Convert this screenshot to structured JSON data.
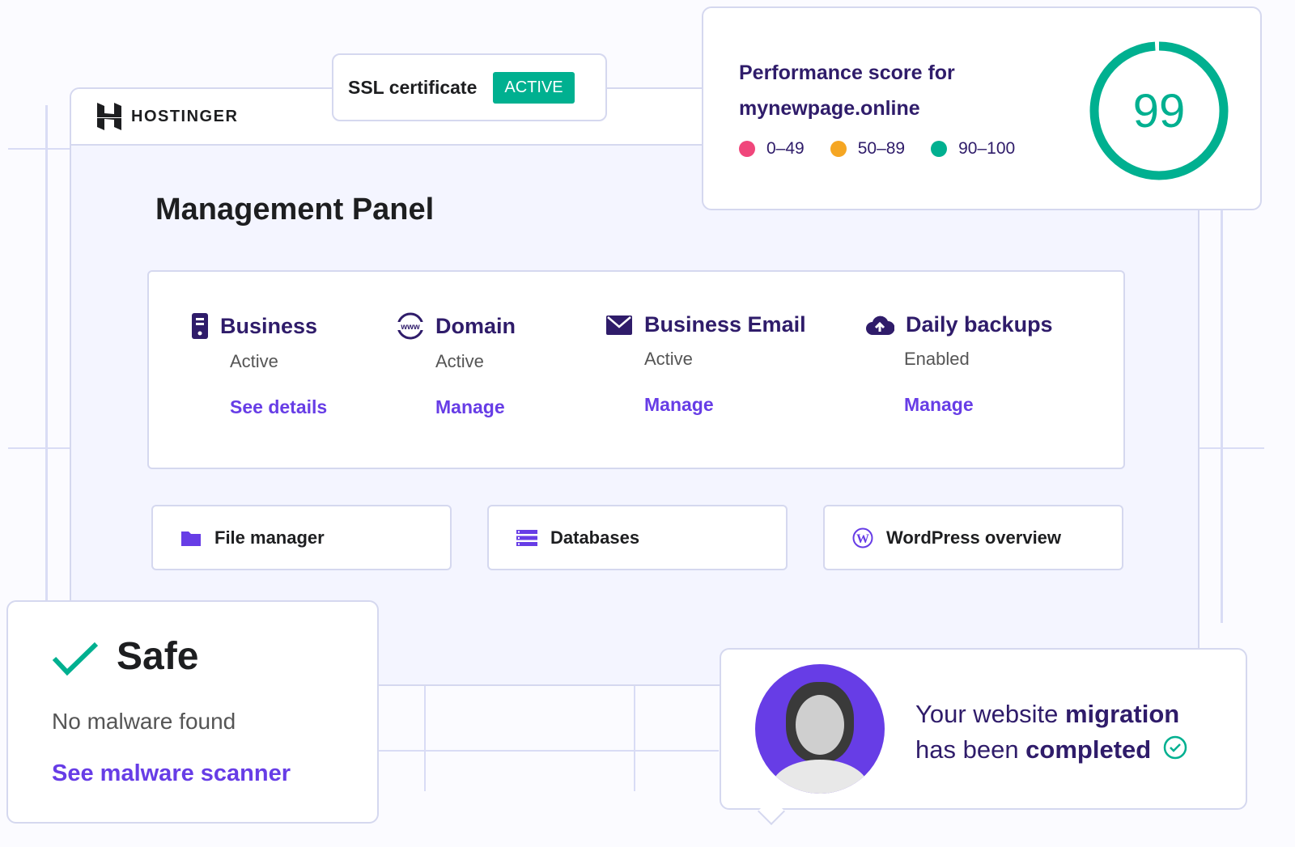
{
  "brand": "HOSTINGER",
  "ssl": {
    "label": "SSL certificate",
    "status": "ACTIVE"
  },
  "performance": {
    "title_line1": "Performance score for",
    "title_line2": "mynewpage.online",
    "score": "99",
    "score_value": 99,
    "legend": [
      {
        "label": "0–49",
        "color": "#f0467b"
      },
      {
        "label": "50–89",
        "color": "#f5a623"
      },
      {
        "label": "90–100",
        "color": "#00b090"
      }
    ]
  },
  "panel": {
    "title": "Management Panel"
  },
  "services": [
    {
      "name": "Business",
      "status": "Active",
      "link": "See details",
      "icon": "server-icon"
    },
    {
      "name": "Domain",
      "status": "Active",
      "link": "Manage",
      "icon": "www-globe-icon"
    },
    {
      "name": "Business Email",
      "status": "Active",
      "link": "Manage",
      "icon": "envelope-icon"
    },
    {
      "name": "Daily backups",
      "status": "Enabled",
      "link": "Manage",
      "icon": "cloud-upload-icon"
    }
  ],
  "tools": [
    {
      "label": "File manager",
      "icon": "folder-icon"
    },
    {
      "label": "Databases",
      "icon": "database-icon"
    },
    {
      "label": "WordPress overview",
      "icon": "wordpress-icon"
    }
  ],
  "security": {
    "title": "Safe",
    "message": "No malware found",
    "link": "See malware scanner"
  },
  "migration": {
    "part1": "Your website ",
    "bold1": "migration",
    "part2": "has been ",
    "bold2": "completed"
  },
  "colors": {
    "accent": "#673de6",
    "navy": "#2f1c6a",
    "green": "#00b090"
  }
}
